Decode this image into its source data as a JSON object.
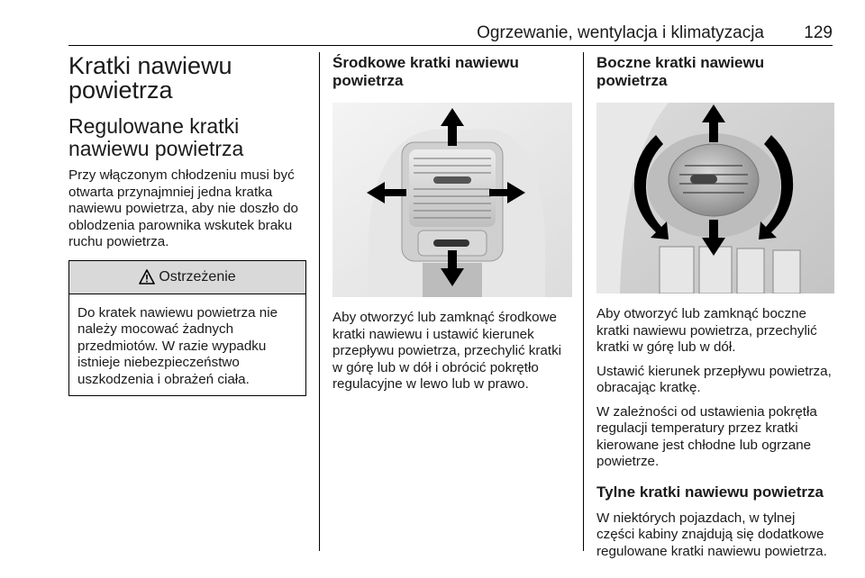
{
  "header": {
    "title": "Ogrzewanie, wentylacja i klimatyzacja",
    "page_number": "129"
  },
  "col1": {
    "title": "Kratki nawiewu powietrza",
    "subtitle": "Regulowane kratki nawiewu powietrza",
    "body": "Przy włączonym chłodzeniu musi być otwarta przynajmniej jedna kratka nawiewu powietrza, aby nie doszło do oblodzenia parownika wskutek braku ruchu powietrza.",
    "warning": {
      "label": "Ostrzeżenie",
      "text": "Do kratek nawiewu powietrza nie należy mocować żadnych przedmiotów. W razie wypadku istnieje niebezpieczeństwo uszkodzenia i obrażeń ciała."
    }
  },
  "col2": {
    "title": "Środkowe kratki nawiewu powietrza",
    "body": "Aby otworzyć lub zamknąć środkowe kratki nawiewu i ustawić kierunek przepływu powietrza, przechylić kratki w górę lub w dół i obrócić pokrętło regulacyjne w lewo lub w prawo."
  },
  "col3": {
    "title": "Boczne kratki nawiewu powietrza",
    "p1": "Aby otworzyć lub zamknąć boczne kratki nawiewu powietrza, przechylić kratki w górę lub w dół.",
    "p2": "Ustawić kierunek przepływu powietrza, obracając kratkę.",
    "p3": "W zależności od ustawienia pokrętła regulacji temperatury przez kratki kierowane jest chłodne lub ogrzane powietrze.",
    "subtitle": "Tylne kratki nawiewu powietrza",
    "p4": "W niektórych pojazdach, w tylnej części kabiny znajdują się dodatkowe regulowane kratki nawiewu powietrza."
  }
}
